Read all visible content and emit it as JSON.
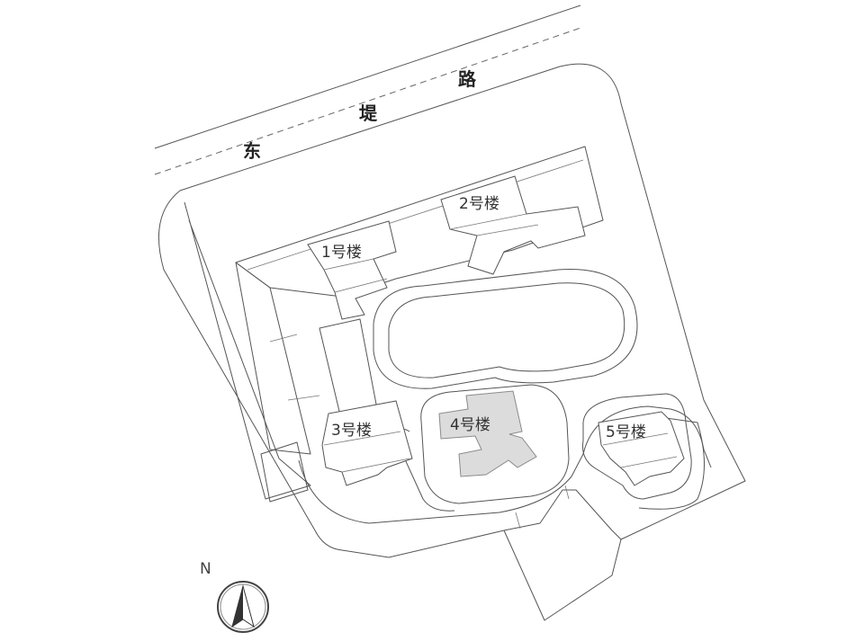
{
  "road": {
    "chars": [
      "东",
      "堤",
      "路"
    ]
  },
  "buildings": [
    {
      "id": "b1",
      "label": "1号楼"
    },
    {
      "id": "b2",
      "label": "2号楼"
    },
    {
      "id": "b3",
      "label": "3号楼"
    },
    {
      "id": "b4",
      "label": "4号楼"
    },
    {
      "id": "b5",
      "label": "5号楼"
    }
  ],
  "compass": {
    "north_label": "N"
  },
  "colors": {
    "line": "#555555",
    "highlight_fill": "#dcdcdc",
    "background": "#ffffff"
  }
}
